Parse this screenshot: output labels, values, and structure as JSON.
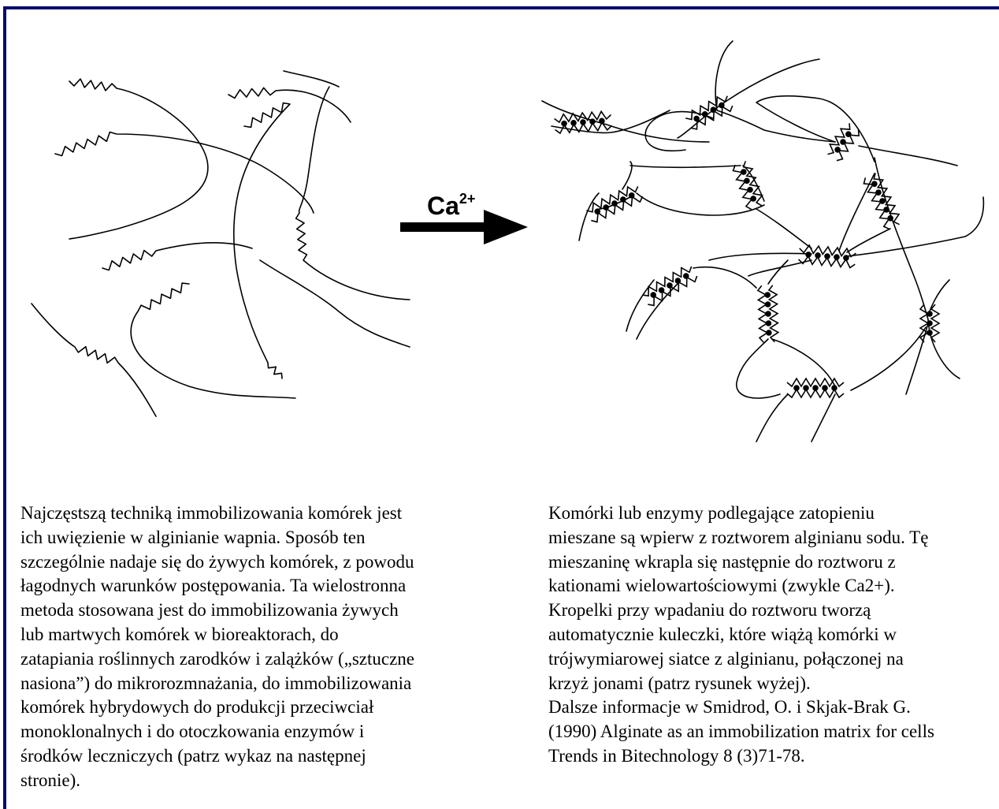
{
  "diagram": {
    "ion_label": "Ca",
    "ion_charge": "2+",
    "colors": {
      "ink": "#000000",
      "frame": "#0a0a6e",
      "background": "#ffffff"
    }
  },
  "text": {
    "left_paragraph": "Najczęstszą techniką immobilizowania komórek jest\nich uwięzienie w alginianie wapnia. Sposób ten\nszczególnie nadaje się do żywych komórek, z powodu\nłagodnych warunków postępowania. Ta wielostronna\nmetoda stosowana jest do immobilizowania żywych\nlub martwych komórek w bioreaktorach, do\nzatapiania roślinnych zarodków i zalążków („sztuczne\nnasiona”) do mikrorozmnażania, do immobilizowania\nkomórek hybrydowych do produkcji przeciwciał\nmonoklonalnych i do otoczkowania enzymów i\nśrodków leczniczych (patrz wykaz na następnej\nstronie).",
    "right_paragraph": "Komórki lub enzymy podlegające zatopieniu\nmieszane są wpierw z roztworem alginianu sodu. Tę\nmieszaninę wkrapla się następnie do roztworu z\nkationami wielowartościowymi (zwykle Ca2+).\nKropelki przy wpadaniu do roztworu tworzą\nautomatycznie kuleczki, które wiążą komórki w\ntrójwymiarowej siatce z alginianu, połączonej na\nkrzyż jonami (patrz rysunek wyżej).\nDalsze informacje w Smidrod, O. i Skjak-Brak G.\n(1990) Alginate as an immobilization matrix for cells\nTrends in Bitechnology 8 (3)71-78."
  }
}
